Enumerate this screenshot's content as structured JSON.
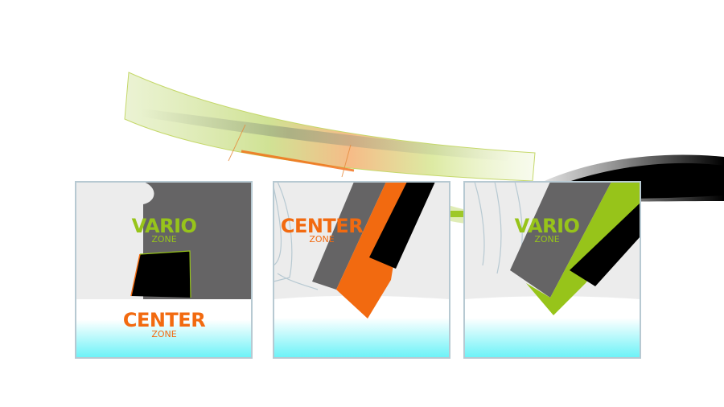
{
  "colors": {
    "vario": "#97c41a",
    "center": "#f26a10",
    "panel_border": "#b7c9d2",
    "panel_bg": "#ececec",
    "snow_top": "#ffffff",
    "snow_bottom": "#6af2f7",
    "gray": "#656465",
    "black": "#000000"
  },
  "panels": [
    {
      "labels": [
        {
          "title": "VARIO",
          "sub": "ZONE",
          "color_key": "vario"
        },
        {
          "title": "CENTER",
          "sub": "ZONE",
          "color_key": "center"
        }
      ]
    },
    {
      "labels": [
        {
          "title": "CENTER",
          "sub": "ZONE",
          "color_key": "center"
        }
      ]
    },
    {
      "labels": [
        {
          "title": "VARIO",
          "sub": "ZONE",
          "color_key": "vario"
        }
      ]
    }
  ]
}
